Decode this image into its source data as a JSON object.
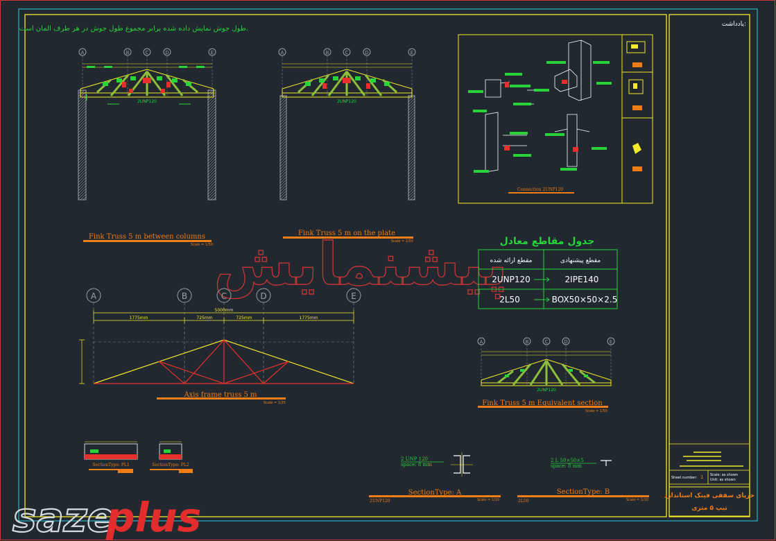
{
  "header_note": "طول جوش نمایش داده شده برابر مجموع طول جوش در هر طرف المان است.",
  "notes_label": "یادداشت:",
  "views": {
    "between_columns": {
      "title": "Fink Truss 5 m between columns",
      "scale": "Scale = 1/50",
      "member": "2UNP120"
    },
    "on_plate": {
      "title": "Fink Truss 5 m on the plate",
      "scale": "Scale = 1/50",
      "member": "2UNP120"
    },
    "axis_frame": {
      "title": "Axis frame truss 5 m",
      "scale": "Scale = 1/25"
    },
    "equivalent": {
      "title": "Fink Truss 5 m Equivalent section",
      "scale": "Scale = 1/50",
      "member": "2UNP120"
    }
  },
  "axis_labels": [
    "A",
    "B",
    "C",
    "D",
    "E"
  ],
  "dimensions": {
    "total": "5000mm",
    "segments": [
      "1775mm",
      "725mm",
      "725mm",
      "1775mm"
    ]
  },
  "connection_caption": "Connection 2UNP120",
  "equivalent_table": {
    "title": "جدول مقاطع معادل",
    "headers": [
      "مقطع ارائه شده",
      "مقطع پیشنهادی"
    ],
    "rows": [
      {
        "provided": "2UNP120",
        "proposed": "2IPE140"
      },
      {
        "provided": "2L50",
        "proposed": "BOX50×50×2.5"
      }
    ]
  },
  "plates": [
    "SectionType: PL1",
    "SectionType: PL2"
  ],
  "sections": {
    "A": {
      "title": "SectionType: A",
      "member": "2 UNP 120",
      "space": "space: 8 mm",
      "ref": "2UNP120",
      "scale": "Scale = 1/10"
    },
    "B": {
      "title": "SectionType: B",
      "member": "2 L 50×50×5",
      "space": "space: 8 mm",
      "ref": "2L50",
      "scale": "Scale = 1/10"
    }
  },
  "title_block": {
    "sheet_label": "Sheet number:",
    "sheet_value": "1",
    "scale_line1": "Scale: as shown",
    "scale_line2": "Unit: as shown",
    "drawing_title_line1": "خرپای سقفی فینک استاندارد",
    "drawing_title_line2": "تیپ ۵ متری"
  },
  "watermark": "پیشنمایش",
  "logo": {
    "part1": "saze",
    "part2": "plus"
  },
  "colors": {
    "background": "#212830",
    "frame": "#f2ea2a",
    "red": "#e8302c",
    "green": "#27d43a",
    "orange": "#f07d16",
    "cyan": "#28d0e6"
  }
}
